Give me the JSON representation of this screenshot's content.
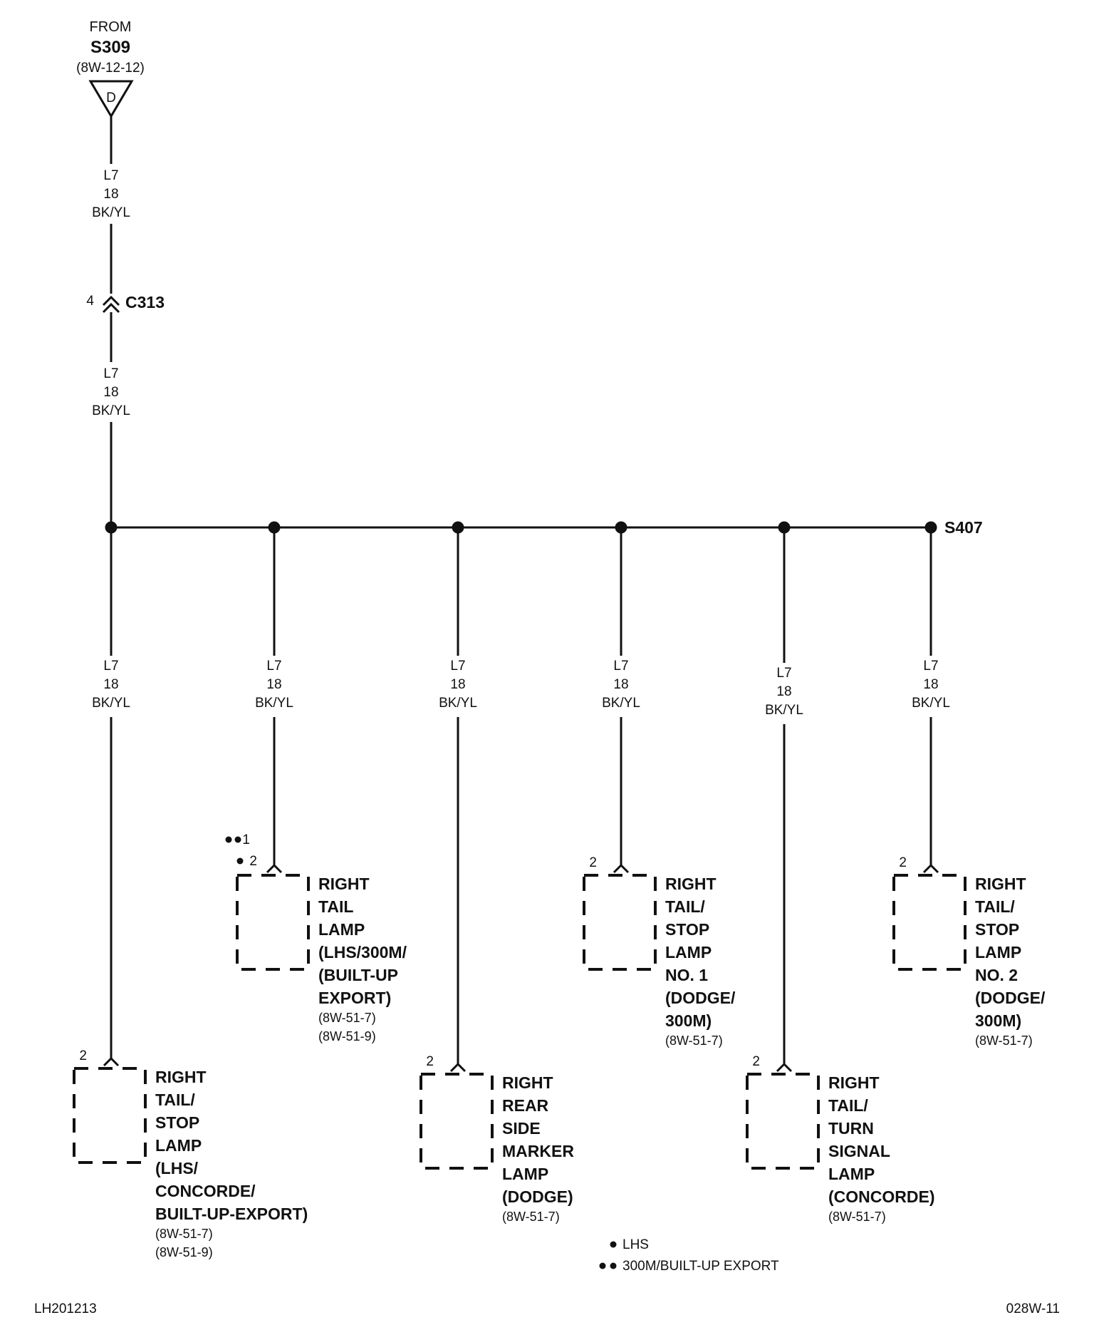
{
  "source": {
    "from_label": "FROM",
    "splice_id": "S309",
    "ref": "(8W-12-12)",
    "triangle_letter": "D"
  },
  "wire_top": {
    "circuit": "L7",
    "gauge": "18",
    "color": "BK/YL"
  },
  "connector": {
    "pin": "4",
    "id": "C313"
  },
  "wire_mid": {
    "circuit": "L7",
    "gauge": "18",
    "color": "BK/YL"
  },
  "bus_splice": {
    "id": "S407"
  },
  "branches": [
    {
      "wire": {
        "circuit": "L7",
        "gauge": "18",
        "color": "BK/YL"
      },
      "pins": [
        "2"
      ],
      "lamp_lines": [
        "RIGHT",
        "TAIL/",
        "STOP",
        "LAMP",
        "(LHS/",
        "CONCORDE/",
        "BUILT-UP-EXPORT)"
      ],
      "refs": [
        "(8W-51-7)",
        "(8W-51-9)"
      ]
    },
    {
      "wire": {
        "circuit": "L7",
        "gauge": "18",
        "color": "BK/YL"
      },
      "pins": [
        "1",
        "2"
      ],
      "lamp_lines": [
        "RIGHT",
        "TAIL",
        "LAMP",
        "(LHS/300M/",
        "(BUILT-UP",
        "EXPORT)"
      ],
      "refs": [
        "(8W-51-7)",
        "(8W-51-9)"
      ]
    },
    {
      "wire": {
        "circuit": "L7",
        "gauge": "18",
        "color": "BK/YL"
      },
      "pins": [
        "2"
      ],
      "lamp_lines": [
        "RIGHT",
        "REAR",
        "SIDE",
        "MARKER",
        "LAMP",
        "(DODGE)"
      ],
      "refs": [
        "(8W-51-7)"
      ]
    },
    {
      "wire": {
        "circuit": "L7",
        "gauge": "18",
        "color": "BK/YL"
      },
      "pins": [
        "2"
      ],
      "lamp_lines": [
        "RIGHT",
        "TAIL/",
        "STOP",
        "LAMP",
        "NO. 1",
        "(DODGE/",
        "300M)"
      ],
      "refs": [
        "(8W-51-7)"
      ]
    },
    {
      "wire": {
        "circuit": "L7",
        "gauge": "18",
        "color": "BK/YL"
      },
      "pins": [
        "2"
      ],
      "lamp_lines": [
        "RIGHT",
        "TAIL/",
        "TURN",
        "SIGNAL",
        "LAMP",
        "(CONCORDE)"
      ],
      "refs": [
        "(8W-51-7)"
      ]
    },
    {
      "wire": {
        "circuit": "L7",
        "gauge": "18",
        "color": "BK/YL"
      },
      "pins": [
        "2"
      ],
      "lamp_lines": [
        "RIGHT",
        "TAIL/",
        "STOP",
        "LAMP",
        "NO. 2",
        "(DODGE/",
        "300M)"
      ],
      "refs": [
        "(8W-51-7)"
      ]
    }
  ],
  "legend": [
    {
      "marker": "single-dot",
      "text": "LHS"
    },
    {
      "marker": "double-dot",
      "text": "300M/BUILT-UP EXPORT"
    }
  ],
  "footer": {
    "left_code": "LH201213",
    "right_code": "028W-11"
  }
}
